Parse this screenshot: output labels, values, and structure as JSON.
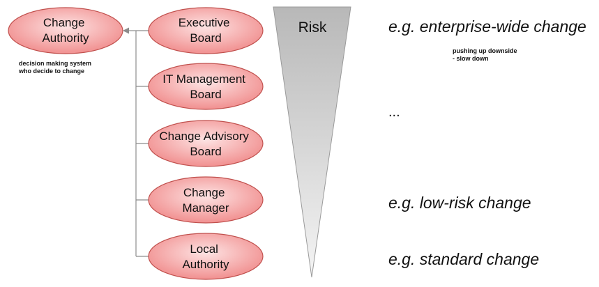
{
  "authority": {
    "label_lines": [
      "Change",
      "Authority"
    ],
    "note_lines": [
      "decision making system",
      "who decide to change"
    ]
  },
  "boards": [
    {
      "label_lines": [
        "Executive",
        "Board"
      ]
    },
    {
      "label_lines": [
        "IT Management",
        "Board"
      ]
    },
    {
      "label_lines": [
        "Change Advisory",
        "Board"
      ]
    },
    {
      "label_lines": [
        "Change",
        "Manager"
      ]
    },
    {
      "label_lines": [
        "Local",
        "Authority"
      ]
    }
  ],
  "risk": {
    "title": "Risk"
  },
  "examples": {
    "top": "e.g. enterprise-wide change",
    "top_note_lines": [
      "pushing up downside",
      "- slow down"
    ],
    "middle": "...",
    "low": "e.g. low-risk change",
    "standard": "e.g. standard change"
  },
  "colors": {
    "node_fill_center": "#fde3e3",
    "node_fill_edge": "#f08a8a",
    "node_stroke": "#c0504d",
    "connector": "#8c8c8c",
    "triangle_top": "#b8b8b8",
    "triangle_bottom": "#f4f4f4"
  }
}
